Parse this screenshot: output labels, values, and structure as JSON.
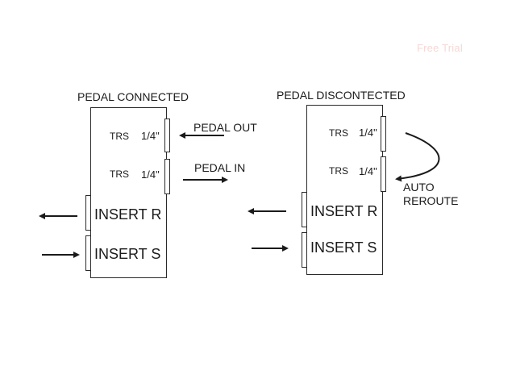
{
  "watermark": "Free Trial",
  "left": {
    "title": "PEDAL CONNECTED",
    "jacks": [
      {
        "type": "TRS",
        "size": "1/4\""
      },
      {
        "type": "TRS",
        "size": "1/4\""
      }
    ],
    "inserts": [
      "INSERT R",
      "INSERT S"
    ],
    "pedal_out": "PEDAL OUT",
    "pedal_in": "PEDAL IN"
  },
  "right": {
    "title": "PEDAL DISCONTECTED",
    "jacks": [
      {
        "type": "TRS",
        "size": "1/4\""
      },
      {
        "type": "TRS",
        "size": "1/4\""
      }
    ],
    "inserts": [
      "INSERT R",
      "INSERT S"
    ],
    "reroute_line1": "AUTO",
    "reroute_line2": "REROUTE"
  },
  "icons": [
    "arrow-left-icon",
    "arrow-right-icon",
    "curved-arrow-icon"
  ]
}
